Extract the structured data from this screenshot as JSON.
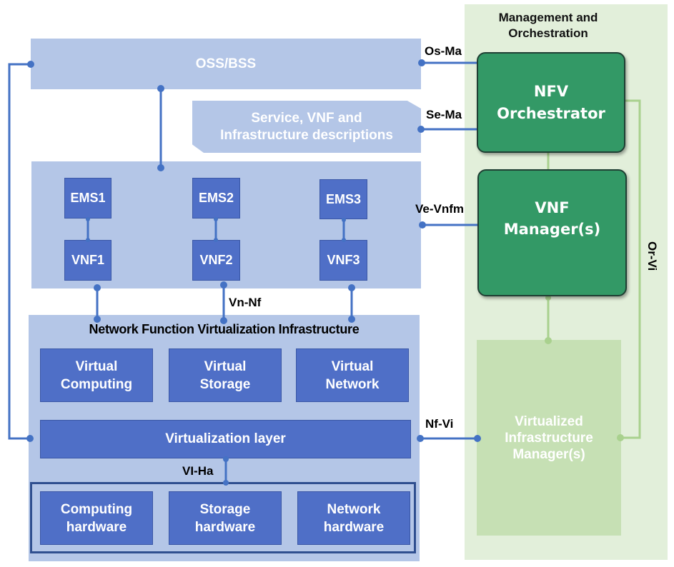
{
  "mano": {
    "title_line1": "Management and",
    "title_line2": "Orchestration",
    "nfvo_line1": "NFV",
    "nfvo_line2": "Orchestrator",
    "vnfm_line1": "VNF",
    "vnfm_line2": "Manager(s)",
    "vim_line1": "Virtualized",
    "vim_line2": "Infrastructure",
    "vim_line3": "Manager(s)"
  },
  "oss": {
    "label": "OSS/BSS"
  },
  "descriptions": {
    "line1": "Service, VNF and",
    "line2": "Infrastructure descriptions"
  },
  "vnf_layer": {
    "ems": [
      "EMS1",
      "EMS2",
      "EMS3"
    ],
    "vnf": [
      "VNF1",
      "VNF2",
      "VNF3"
    ]
  },
  "nfvi": {
    "title": "Network Function Virtualization Infrastructure",
    "virtual": [
      {
        "line1": "Virtual",
        "line2": "Computing"
      },
      {
        "line1": "Virtual",
        "line2": "Storage"
      },
      {
        "line1": "Virtual",
        "line2": "Network"
      }
    ],
    "virtualization_layer": "Virtualization layer",
    "hardware": [
      {
        "line1": "Computing",
        "line2": "hardware"
      },
      {
        "line1": "Storage",
        "line2": "hardware"
      },
      {
        "line1": "Network",
        "line2": "hardware"
      }
    ]
  },
  "reference_points": {
    "os_ma": "Os-Ma",
    "se_ma": "Se-Ma",
    "ve_vnfm": "Ve-Vnfm",
    "vn_nf": "Vn-Nf",
    "nf_vi": "Nf-Vi",
    "vi_ha": "VI-Ha",
    "or_vi": "Or-Vi"
  },
  "colors": {
    "light_blue": "#b4c6e7",
    "blue": "#4f6fc7",
    "connector": "#4472c4",
    "mano_bg": "#e2efda",
    "green": "#339966",
    "vim_green": "#c6e0b4",
    "green_line": "#a9d18e"
  }
}
